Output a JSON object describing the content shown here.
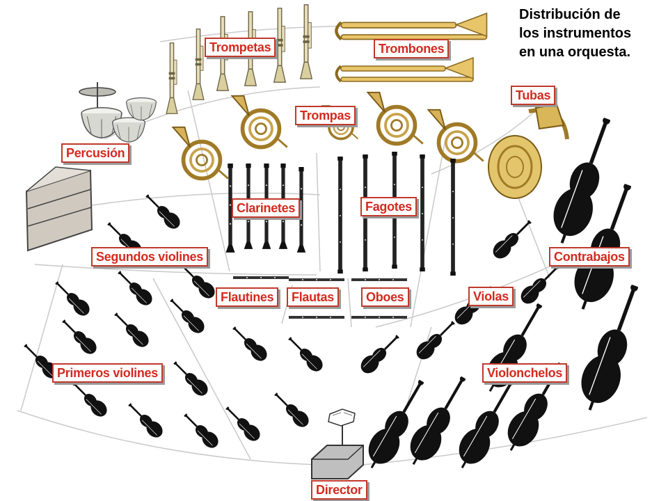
{
  "title_lines": [
    "Distribución de",
    "los instrumentos",
    "en una orquesta."
  ],
  "sections": {
    "trompetas": "Trompetas",
    "trombones": "Trombones",
    "trompas": "Trompas",
    "tubas": "Tubas",
    "percusion": "Percusión",
    "clarinetes": "Clarinetes",
    "fagotes": "Fagotes",
    "segundos_violines": "Segundos violines",
    "contrabajos": "Contrabajos",
    "flautines": "Flautines",
    "flautas": "Flautas",
    "oboes": "Oboes",
    "violas": "Violas",
    "primeros_violines": "Primeros violines",
    "violonchelos": "Violonchelos",
    "director": "Director"
  },
  "icons": [
    "trumpet-icon",
    "trombone-icon",
    "french-horn-icon",
    "tuba-icon",
    "timpani-icon",
    "cymbal-icon",
    "xylophone-icon",
    "clarinet-icon",
    "bassoon-icon",
    "flute-icon",
    "oboe-icon",
    "violin-icon",
    "viola-icon",
    "cello-icon",
    "double-bass-icon",
    "conductor-podium-icon"
  ],
  "colors": {
    "label_text": "#d42a1f",
    "label_border": "#c0392b",
    "brass": "#c8a24a",
    "strings": "#111111",
    "lines": "#c9c9c9"
  }
}
